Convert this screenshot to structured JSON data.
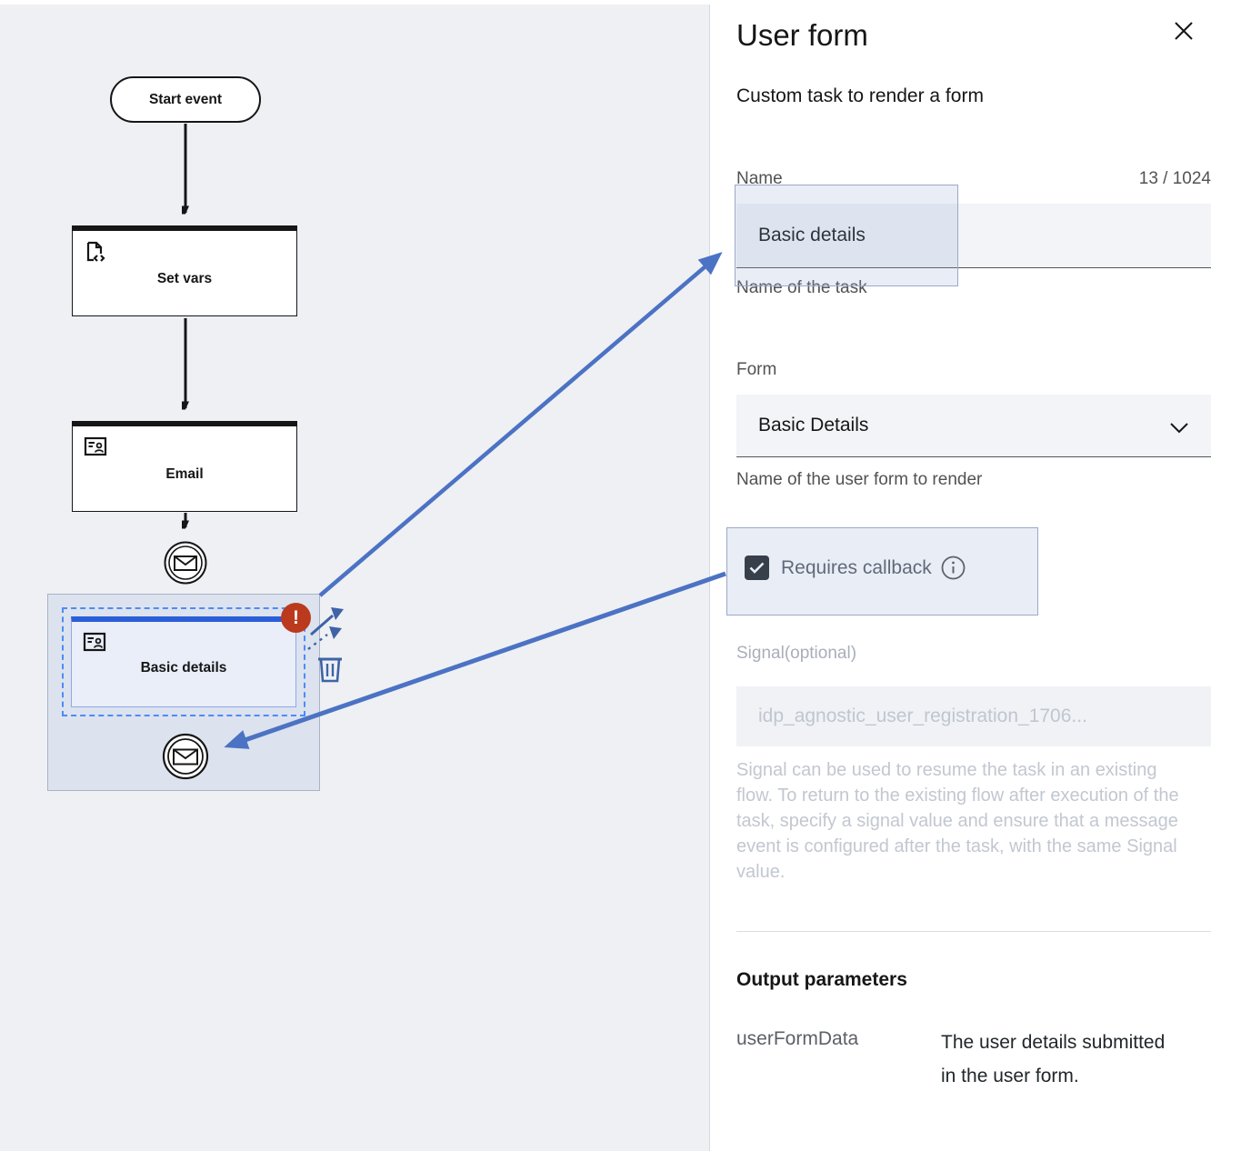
{
  "colors": {
    "canvas_bg": "#eef0f4",
    "node_accent_blue": "#2a5ed8",
    "selection_dash_blue": "#4b8cf7",
    "selection_region_fill": "#dce2ee",
    "error_red": "#bb3a1d",
    "annotation_blue": "#4c72c4",
    "field_bg": "#f2f4f8",
    "tool_icon_blue": "#3f63a6"
  },
  "diagram": {
    "nodes": {
      "start_event": {
        "label": "Start event"
      },
      "set_vars": {
        "label": "Set vars"
      },
      "email": {
        "label": "Email"
      },
      "basic_details": {
        "label": "Basic details"
      }
    },
    "error_badge": {
      "glyph": "!"
    },
    "icons": {
      "set_vars_icon": "document-code-icon",
      "user_task_icon": "user-form-card-icon",
      "message_event_icon": "envelope-in-double-circle",
      "connect_tool_icon": "arrow-up-right",
      "delete_tool_icon": "trash-can"
    }
  },
  "panel": {
    "title": "User form",
    "subtitle": "Custom task to render a form",
    "name_field": {
      "label": "Name",
      "counter": "13 / 1024",
      "value": "Basic details",
      "helper": "Name of the task"
    },
    "form_field": {
      "label": "Form",
      "value": "Basic Details",
      "helper": "Name of the user form to render"
    },
    "callback": {
      "label": "Requires callback"
    },
    "signal_field": {
      "label": "Signal(optional)",
      "placeholder": "idp_agnostic_user_registration_1706...",
      "helper": "Signal can be used to resume the task in an existing flow. To return to the existing flow after execution of the task, specify a signal value and ensure that a message event is configured after the task, with the same Signal value."
    },
    "output": {
      "heading": "Output parameters",
      "params": [
        {
          "name": "userFormData",
          "description": "The user details submitted in the user form."
        }
      ]
    }
  }
}
